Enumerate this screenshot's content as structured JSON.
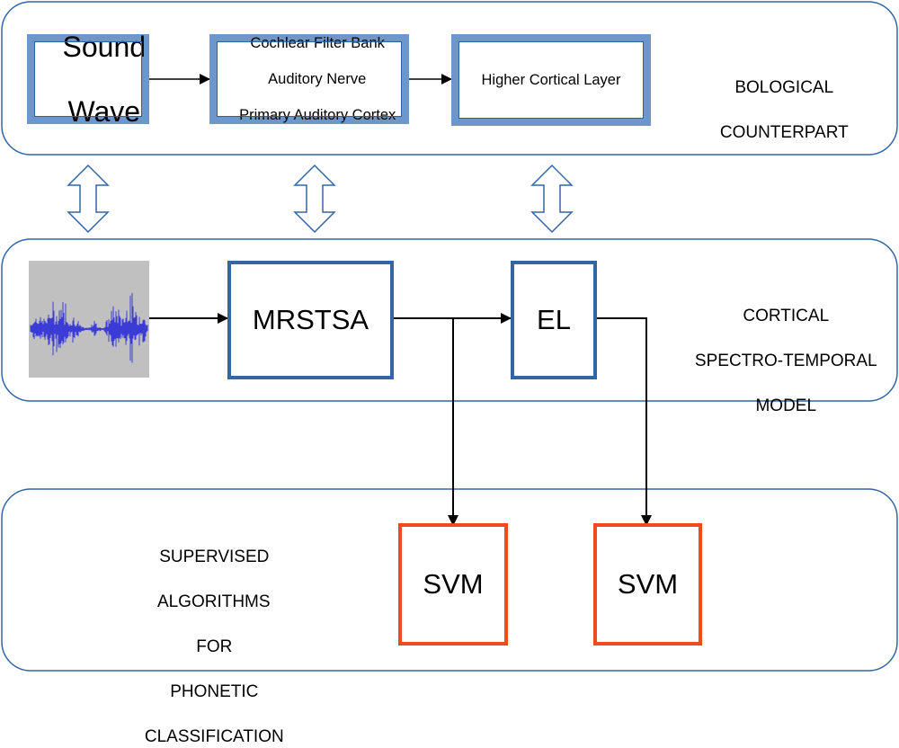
{
  "panels": {
    "biological": {
      "label_line1": "BOLOGICAL",
      "label_line2": "COUNTERPART",
      "boxes": {
        "sound_wave": {
          "line1": "Sound",
          "line2": "Wave"
        },
        "cochlear": {
          "line1": "Cochlear Filter Bank",
          "line2": "Auditory Nerve",
          "line3": "Primary Auditory Cortex"
        },
        "higher_cortical": "Higher Cortical Layer"
      }
    },
    "cortical": {
      "label_line1": "CORTICAL",
      "label_line2": "SPECTRO-TEMPORAL",
      "label_line3": "MODEL",
      "boxes": {
        "waveform": "waveform-image",
        "mrstsa": "MRSTSA",
        "el": "EL"
      }
    },
    "supervised": {
      "label_line1": "SUPERVISED",
      "label_line2": "ALGORITHMS",
      "label_line3": "FOR",
      "label_line4": "PHONETIC",
      "label_line5": "CLASSIFICATION",
      "boxes": {
        "svm_1": "SVM",
        "svm_2": "SVM"
      }
    }
  },
  "colors": {
    "panel_border": "#3465a4",
    "box_blue": "#6d96cb",
    "box_blue_dark": "#3465a4",
    "svm_red": "#f04a22",
    "waveform_bg": "#c0c0c0",
    "waveform_line": "#3b3bd6"
  }
}
